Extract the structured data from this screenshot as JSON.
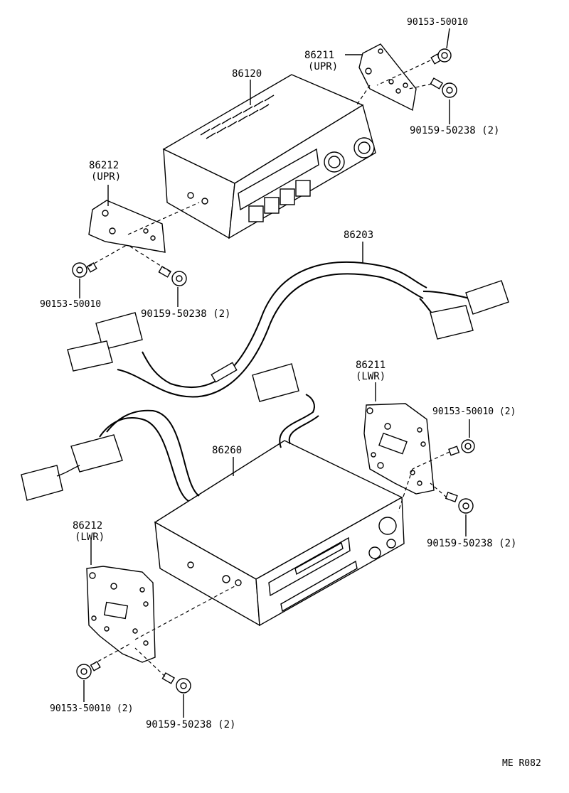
{
  "labels": {
    "upr_screw_top": "90153-50010",
    "bracket_upr_right_num": "86211",
    "bracket_upr_right_pos": "(UPR)",
    "radio_top": "86120",
    "bolt_top_right": "90159-50238 (2)",
    "bracket_upr_left_num": "86212",
    "bracket_upr_left_pos": "(UPR)",
    "screw_left_mid": "90153-50010",
    "bolt_left_mid": "90159-50238 (2)",
    "harness": "86203",
    "bracket_lwr_right_num": "86211",
    "bracket_lwr_right_pos": "(LWR)",
    "screw_right_lwr": "90153-50010  (2)",
    "tape_player": "86260",
    "bolt_right_lwr": "90159-50238 (2)",
    "bracket_lwr_left_num": "86212",
    "bracket_lwr_left_pos": "(LWR)",
    "screw_bottom": "90153-50010  (2)",
    "bolt_bottom": "90159-50238 (2)",
    "diagram_code": "ME  R082"
  }
}
